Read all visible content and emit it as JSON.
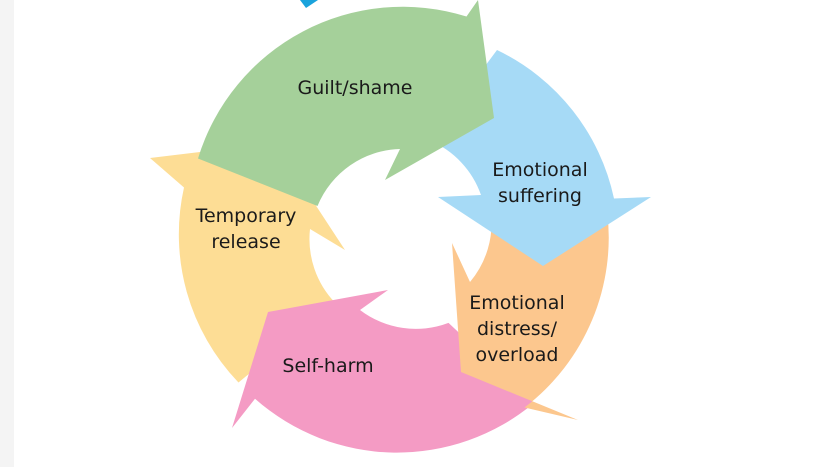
{
  "diagram": {
    "nodes": [
      {
        "id": "guilt",
        "lines": [
          "Guilt/shame"
        ],
        "color": "#a5d09a"
      },
      {
        "id": "suffering",
        "lines": [
          "Emotional",
          "suffering"
        ],
        "color": "#a6daf6"
      },
      {
        "id": "distress",
        "lines": [
          "Emotional",
          "distress/",
          "overload"
        ],
        "color": "#fcc78e"
      },
      {
        "id": "selfharm",
        "lines": [
          "Self-harm"
        ],
        "color": "#f49bc4"
      },
      {
        "id": "release",
        "lines": [
          "Temporary",
          "release"
        ],
        "color": "#fddd95"
      }
    ],
    "edges": [
      [
        "guilt",
        "suffering"
      ],
      [
        "suffering",
        "distress"
      ],
      [
        "distress",
        "selfharm"
      ],
      [
        "selfharm",
        "release"
      ],
      [
        "release",
        "guilt"
      ]
    ],
    "title_fragment_color": "#1aa3dc"
  }
}
